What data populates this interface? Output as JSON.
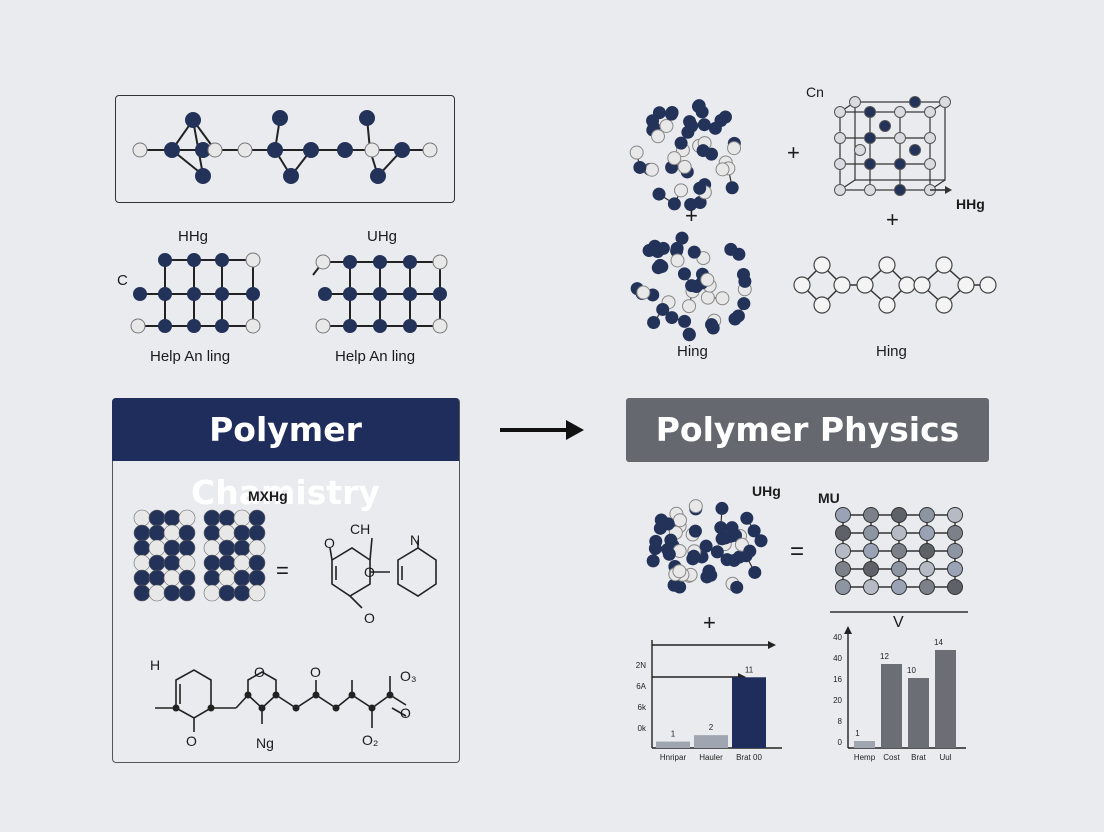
{
  "colors": {
    "background": "#e9ebee",
    "navy": "#1f2d5c",
    "atom_navy": "#233258",
    "atom_white": "#e8e8e8",
    "gray_banner": "#65686e",
    "bar_gray": "#a0a5b2",
    "bar_dark": "#6b6e74"
  },
  "icons": [
    "arrow-right-icon",
    "plus-icon",
    "equals-icon"
  ],
  "top_left": {
    "grid_left_title": "HHg",
    "grid_left_side": "C",
    "grid_left_caption": "Help An ling",
    "grid_right_title": "UHg",
    "grid_right_caption": "Help An ling"
  },
  "top_right": {
    "cube_label": "Cn",
    "plus_1": "+",
    "plus_2": "+",
    "plus_3": "+",
    "hhg_label": "HHg",
    "caption_left": "Hing",
    "caption_right": "Hing"
  },
  "left_section": {
    "banner": "Polymer Chamistry",
    "mxhg_label": "MXHg",
    "equals": "=",
    "ch_label": "CH",
    "o_label_1": "O",
    "o_label_2": "O",
    "o_label_3": "O",
    "n_label": "N",
    "h_label": "H",
    "o_label_4": "O",
    "o_label_5": "O",
    "o_label_6": "O",
    "o3_label": "O₃",
    "ng_label": "Ng",
    "o2_label": "O₂"
  },
  "right_section": {
    "banner": "Polymer Physics",
    "uhg_label": "UHg",
    "mu_label": "MU",
    "equals": "=",
    "plus": "+",
    "v_label": "V"
  },
  "chart_data": [
    {
      "type": "bar",
      "categories": [
        "Hnripar",
        "Hauler",
        "Brat 00"
      ],
      "values": [
        1,
        2,
        11
      ],
      "data_labels": [
        "1",
        "2",
        "11"
      ],
      "y_tick_labels": [
        "2N",
        "6A",
        "6k",
        "0k"
      ],
      "title": "",
      "xlabel": "",
      "ylabel": ""
    },
    {
      "type": "bar",
      "categories": [
        "Hemp",
        "Cost",
        "Brat",
        "Uul"
      ],
      "values": [
        1,
        12,
        10,
        14
      ],
      "data_labels": [
        "1",
        "12",
        "10",
        "14"
      ],
      "y_tick_labels": [
        "40",
        "40",
        "16",
        "20",
        "8",
        "0"
      ],
      "title": "",
      "xlabel": "",
      "ylabel": ""
    }
  ]
}
